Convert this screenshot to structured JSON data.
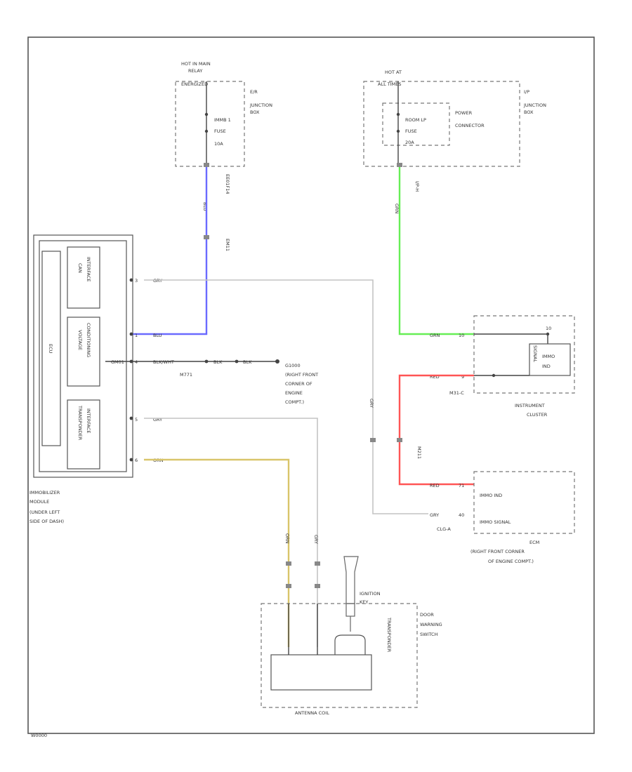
{
  "footer_code": "W0000",
  "colors": {
    "blu": "#6a6aff",
    "grn": "#66ee55",
    "red": "#ff5555",
    "org": "#d9c56a",
    "gry": "#c4c4c4"
  },
  "top_left": {
    "hot_line1": "HOT IN MAIN",
    "hot_line2": "RELAY",
    "hot_line3": "ENERGIZED",
    "box_line1": "E/R",
    "box_line2": "JUNCTION",
    "box_line3": "BOX",
    "fuse_line1": "IMMB 1",
    "fuse_line2": "FUSE",
    "fuse_line3": "10A",
    "connector": "EE01F14",
    "connector2": "EM11",
    "wire_color": "BLU"
  },
  "top_right": {
    "hot_line1": "HOT AT",
    "hot_line2": "ALL TIMES",
    "box_line1": "I/P",
    "box_line2": "JUNCTION",
    "box_line3": "BOX",
    "fuse_line1": "ROOM LP",
    "fuse_line2": "FUSE",
    "fuse_line3": "20A",
    "power_line1": "POWER",
    "power_line2": "CONNECTOR",
    "connector": "I/P-H",
    "wire_color": "GRN"
  },
  "immobilizer": {
    "can_line1": "CAN",
    "can_line2": "INTERFACE",
    "voltage_line1": "VOLTAGE",
    "voltage_line2": "CONDITIONING",
    "transponder_line1": "TRANSPONDER",
    "transponder_line2": "INTERFACE",
    "inner_label": "ECU",
    "name_line1": "IMMOBILIZER",
    "name_line2": "MODULE",
    "name_line3": "(UNDER LEFT",
    "name_line4": "SIDE OF DASH)"
  },
  "left_wires": {
    "pin1": "3",
    "pin1_color": "GRY",
    "pin2": "1",
    "pin2_color": "BLU",
    "pin3": "4",
    "pin3_color": "BLK/WHT",
    "pin3_mid": "BLK",
    "pin3_end": "BLK",
    "pin3_conn": "GM01",
    "pin3_ref": "M771",
    "pin5": "5",
    "pin5_color": "GRY",
    "pin6": "6",
    "pin6_color": "ORN"
  },
  "ground": {
    "line1": "G1000",
    "line2": "(RIGHT FRONT",
    "line3": "CORNER OF",
    "line4": "ENGINE",
    "line5": "COMPT.)"
  },
  "cluster": {
    "green_wire": "GRN",
    "green_pin": "10",
    "red_wire": "RED",
    "red_pin": "9",
    "connector": "M31-C",
    "inner_label1": "IMMO",
    "inner_label2": "IND",
    "side_label": "SIGNAL",
    "name_line1": "INSTRUMENT",
    "name_line2": "CLUSTER"
  },
  "ecm": {
    "gry_wire": "GRY",
    "red_connector": "M211",
    "red_wire": "RED",
    "red_pin": "71",
    "red_signal": "IMMO IND",
    "gry_wire2": "GRY",
    "gry_pin": "40",
    "gry_signal": "IMMO SIGNAL",
    "connector": "CLG-A",
    "name_line1": "ECM",
    "name_line2": "(RIGHT FRONT CORNER",
    "name_line3": "OF ENGINE COMPT.)"
  },
  "bottom": {
    "orn_wire": "ORN",
    "gry_wire": "GRY",
    "key_line1": "IGNITION",
    "key_line2": "KEY",
    "door_line1": "DOOR",
    "door_line2": "WARNING",
    "door_line3": "SWITCH",
    "transponder": "TRANSPONDER",
    "antenna": "ANTENNA COIL"
  }
}
